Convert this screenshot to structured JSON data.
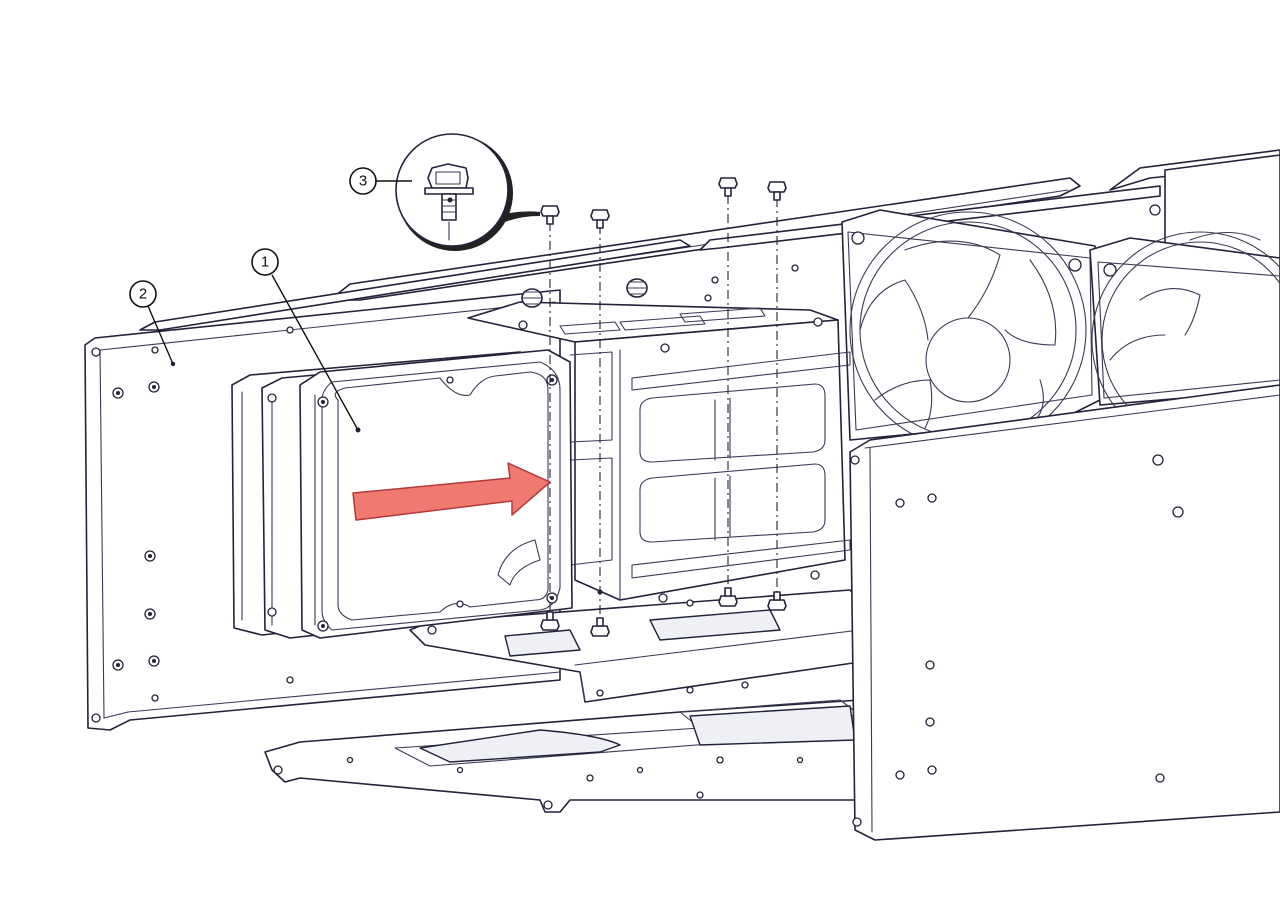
{
  "callouts": [
    {
      "id": "1",
      "label": "1"
    },
    {
      "id": "2",
      "label": "2"
    },
    {
      "id": "3",
      "label": "3"
    }
  ],
  "colors": {
    "line": "#22223a",
    "arrow_fill": "#f07a70",
    "panel_fill": "#ffffff",
    "detail_shadow": "#222222"
  },
  "icons": {
    "arrow": "insertion-direction-arrow",
    "screw": "screw-icon",
    "fan": "fan-icon",
    "drive": "hard-drive"
  }
}
